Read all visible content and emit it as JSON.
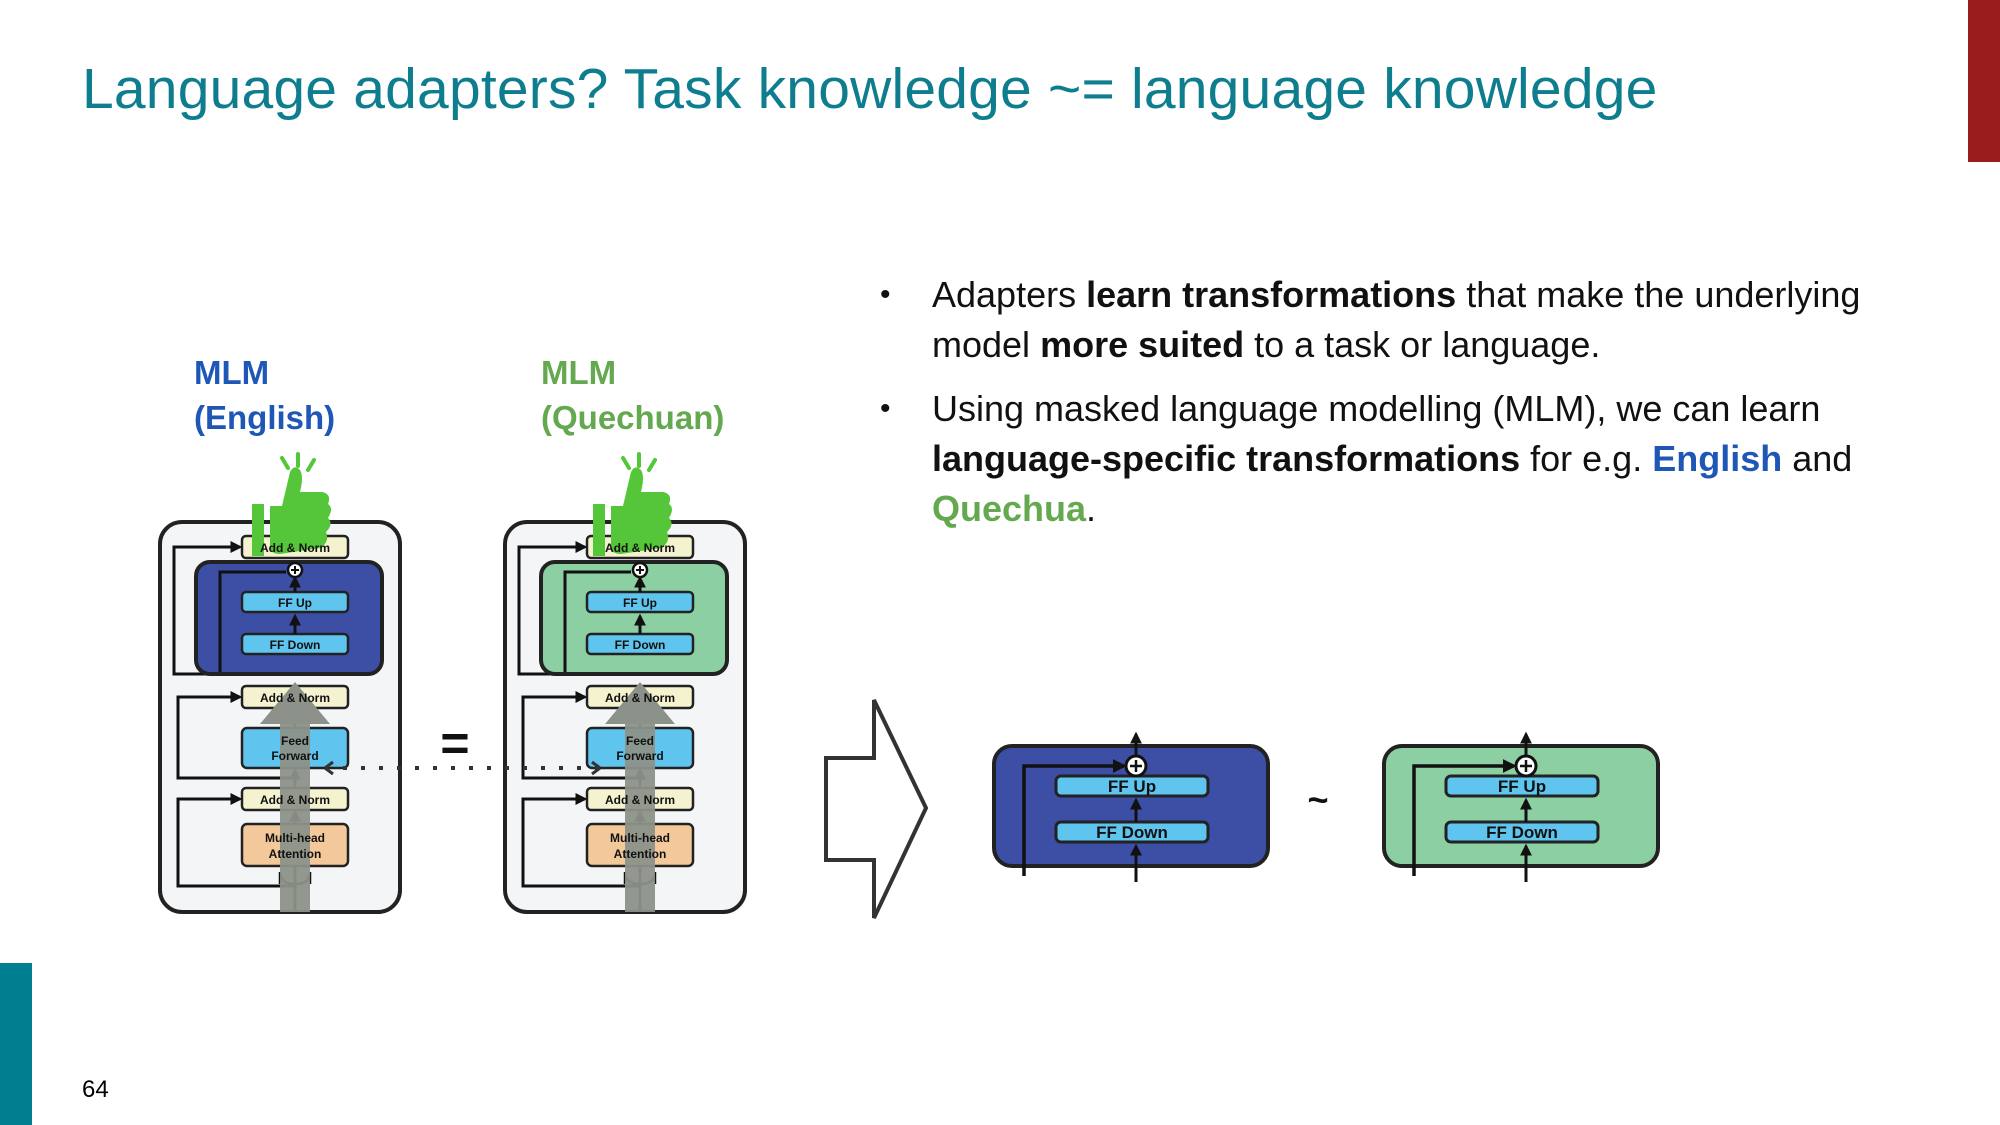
{
  "slide": {
    "title": "Language adapters? Task knowledge ~= language knowledge",
    "page_number": "64"
  },
  "labels": {
    "mlm_english_line1": "MLM",
    "mlm_english_line2": "(English)",
    "mlm_quechuan_line1": "MLM",
    "mlm_quechuan_line2": "(Quechuan)",
    "equals": "=",
    "approx": "~"
  },
  "bullets": [
    {
      "t1": "Adapters ",
      "t2": "learn transformations",
      "t3": " that make the underlying model ",
      "t4": "more suited",
      "t5": " to a task or language."
    },
    {
      "t1": "Using masked language modelling (MLM), we can learn ",
      "t2": "language-specific transformations",
      "t3": " for e.g. ",
      "t4": "English",
      "t5": " and ",
      "t6": "Quechua",
      "t7": "."
    }
  ],
  "blocks": {
    "add_norm": "Add & Norm",
    "ff_up": "FF Up",
    "ff_down": "FF Down",
    "feed_forward_1": "Feed",
    "feed_forward_2": "Forward",
    "multi_head_1": "Multi-head",
    "multi_head_2": "Attention"
  },
  "colors": {
    "title": "#0e7e8f",
    "english_blue": "#1f57b7",
    "quechua_green": "#64a94f",
    "adapter_blue_fill": "#3c4fa5",
    "adapter_green_fill": "#8ccfa2",
    "ff_box_fill": "#5fc4ee",
    "norm_fill": "#f5f2cf",
    "attention_fill": "#f3c99b",
    "thumbs_green": "#55c639",
    "gray_arrow": "#8c9289",
    "red_bar": "#9b1c1c",
    "teal_bar": "#017f91"
  },
  "icons": [
    "thumbs-up-icon",
    "block-arrow-right-icon",
    "plus-circle-icon"
  ]
}
